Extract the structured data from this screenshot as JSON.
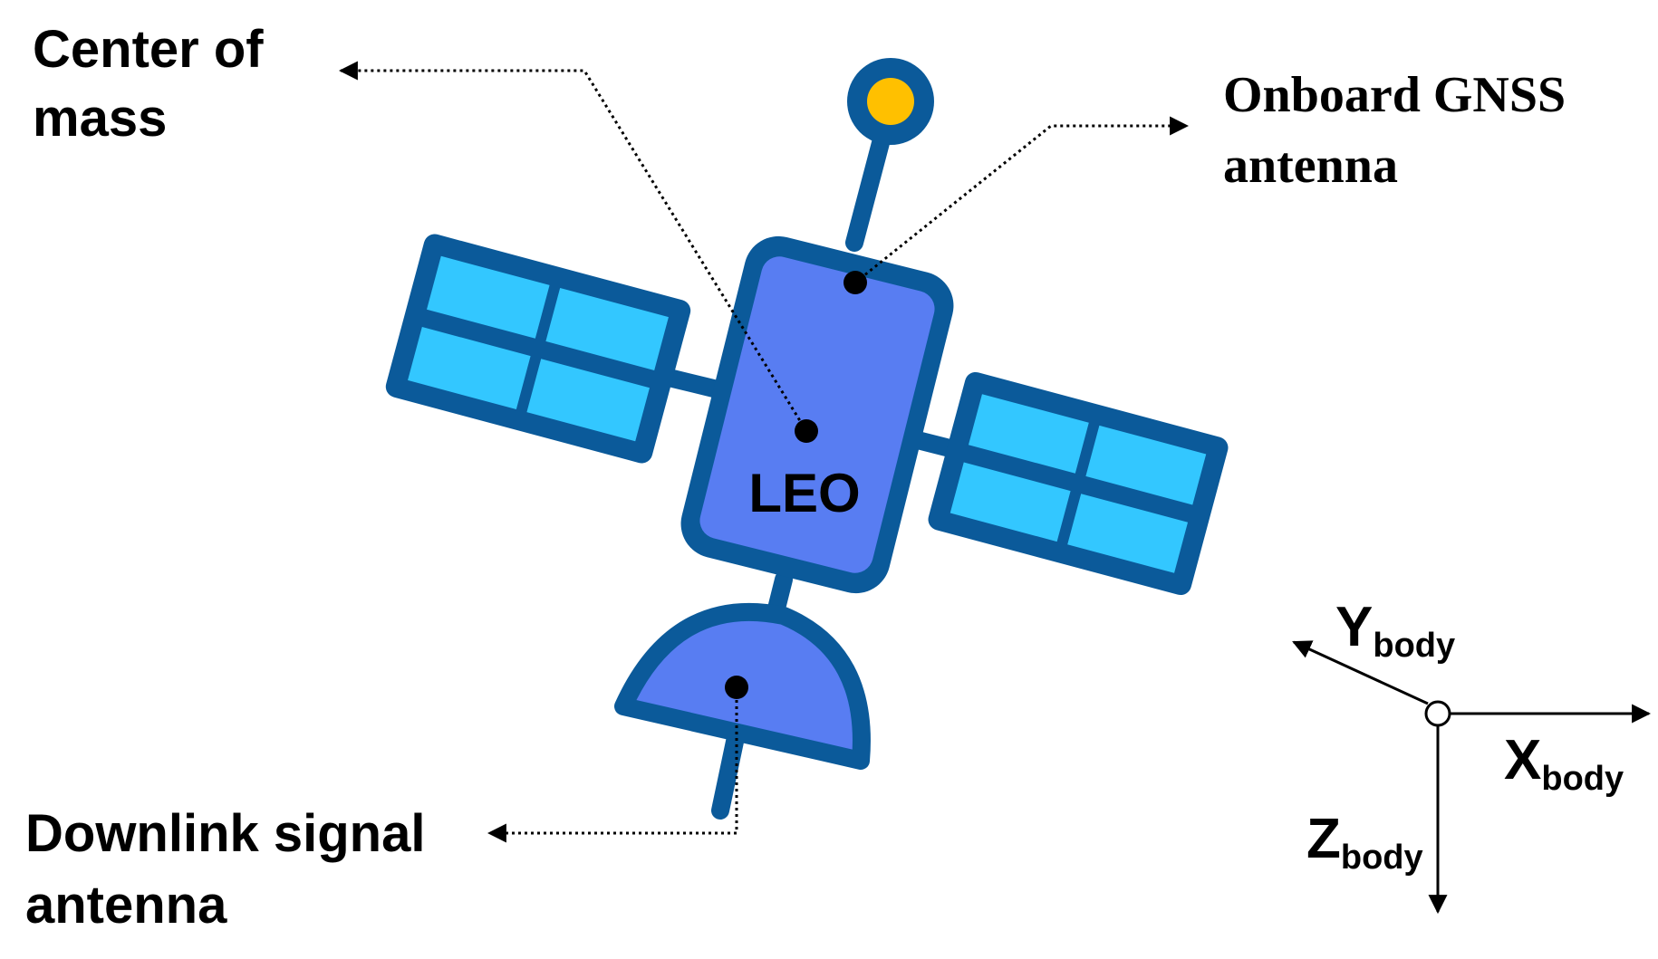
{
  "labels": {
    "center_of_mass": [
      "Center of",
      "mass"
    ],
    "gnss_antenna": [
      "Onboard GNSS",
      "antenna"
    ],
    "downlink_antenna": [
      "Downlink signal",
      "antenna"
    ],
    "satellite": "LEO"
  },
  "axes": {
    "y": {
      "main": "Y",
      "sub": "body"
    },
    "x": {
      "main": "X",
      "sub": "body"
    },
    "z": {
      "main": "Z",
      "sub": "body"
    }
  },
  "colors": {
    "outline": "#0b5a9a",
    "body_fill": "#587df2",
    "panel_cell": "#33c7ff",
    "antenna_tip": "#ffc000"
  }
}
